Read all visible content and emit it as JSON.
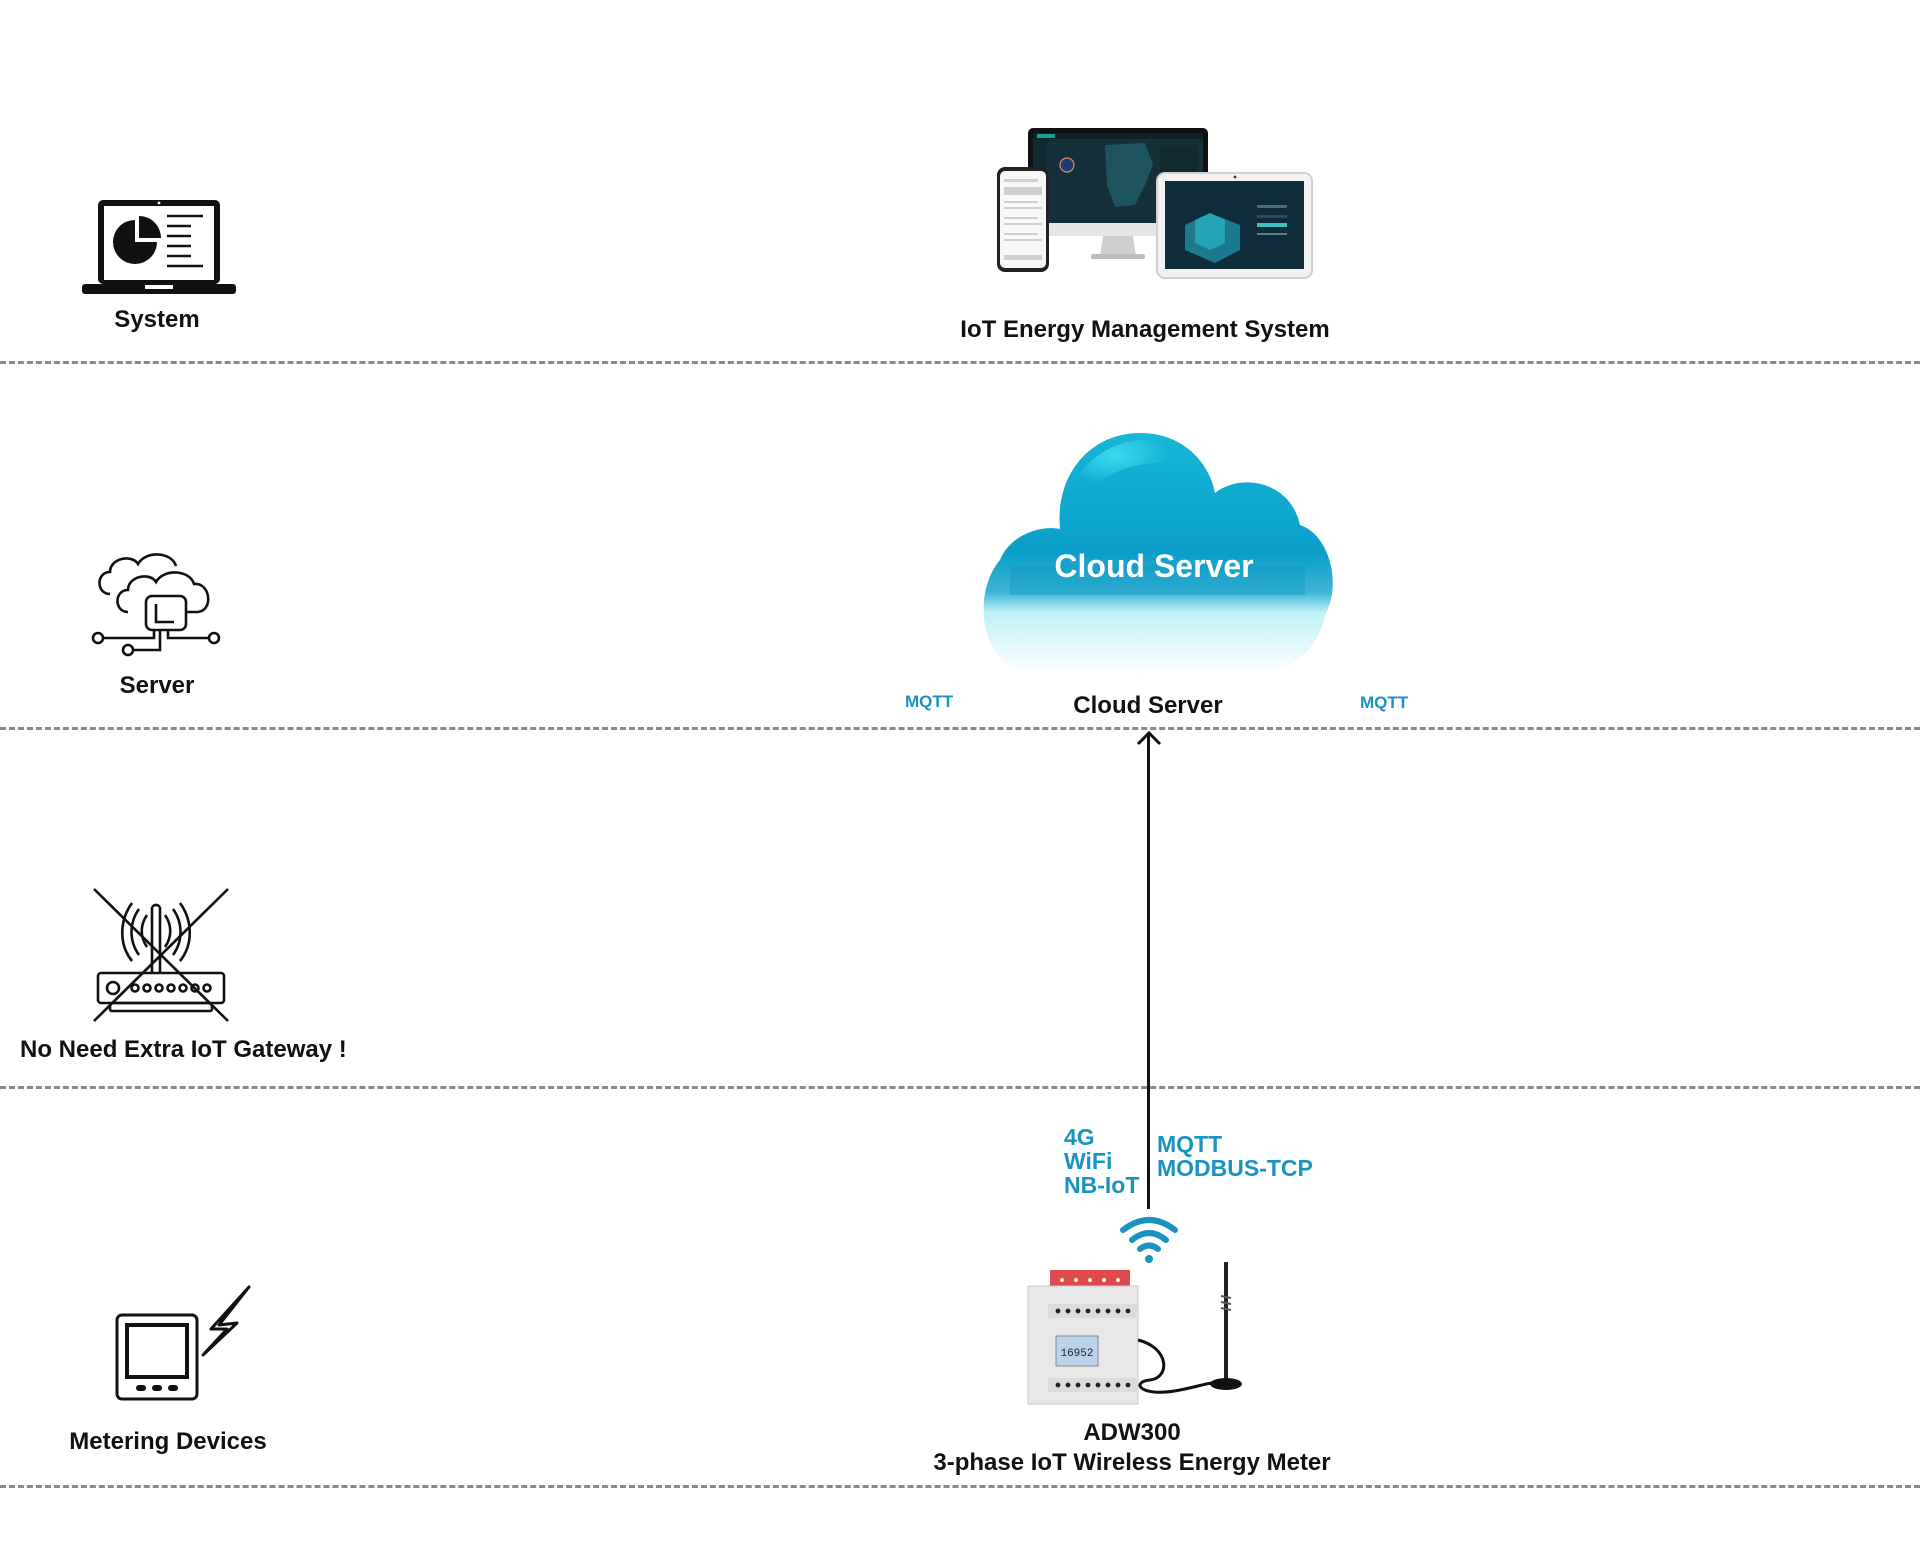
{
  "layers": [
    {
      "id": "system",
      "label": "System",
      "icon": "laptop-chart-icon"
    },
    {
      "id": "server",
      "label": "Server",
      "icon": "cloud-server-icon"
    },
    {
      "id": "gateway",
      "label": "No Need Extra IoT Gateway !",
      "icon": "crossed-router-icon"
    },
    {
      "id": "metering",
      "label": "Metering Devices",
      "icon": "meter-lightning-icon"
    }
  ],
  "system_section": {
    "image": "devices-dashboard-image",
    "caption": "IoT Energy Management System"
  },
  "server_section": {
    "cloud_text": "Cloud Server",
    "caption": "Cloud Server",
    "left_protocol": "MQTT",
    "right_protocol": "MQTT"
  },
  "device_section": {
    "connectivity": [
      "4G",
      "WiFi",
      "NB-IoT"
    ],
    "protocols": [
      "MQTT",
      "MODBUS-TCP"
    ],
    "model": "ADW300",
    "description": "3-phase IoT Wireless Energy Meter",
    "meter_display_value": "16952"
  },
  "colors": {
    "accent": "#1a93c2",
    "cloud": "#0fa3cc",
    "divider": "#8a8a8a",
    "text": "#111111"
  }
}
